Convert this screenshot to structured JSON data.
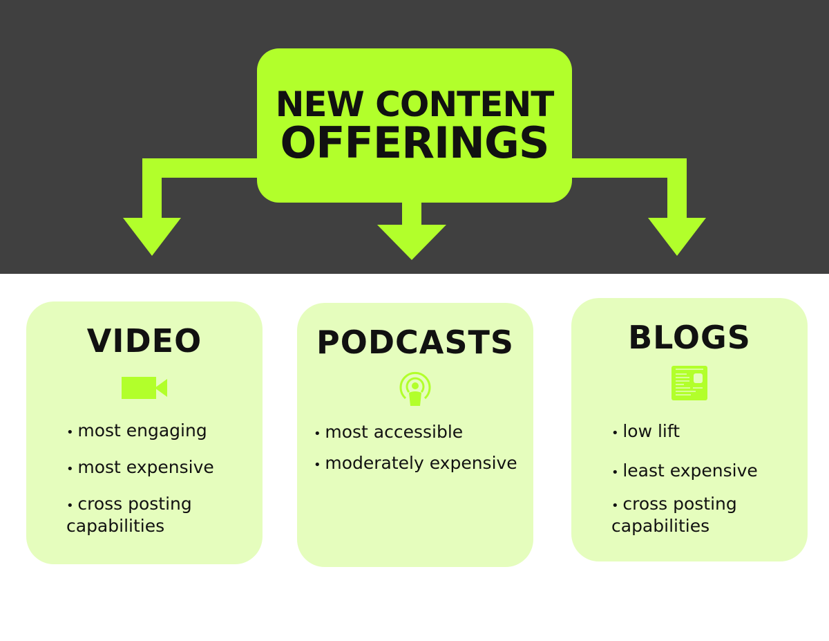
{
  "title": {
    "line1": "NEW CONTENT",
    "line2": "OFFERINGS"
  },
  "colors": {
    "background_top": "#404040",
    "accent": "#b2ff2b",
    "card": "#e5fdbd"
  },
  "cards": [
    {
      "title": "VIDEO",
      "icon": "video-camera-icon",
      "bullets": [
        "most engaging",
        "most expensive",
        "cross posting capabilities"
      ]
    },
    {
      "title": "PODCASTS",
      "icon": "podcast-icon",
      "bullets": [
        "most accessible",
        "moderately expensive"
      ]
    },
    {
      "title": "BLOGS",
      "icon": "blog-article-icon",
      "bullets": [
        "low lift",
        "least expensive",
        "cross posting capabilities"
      ]
    }
  ]
}
